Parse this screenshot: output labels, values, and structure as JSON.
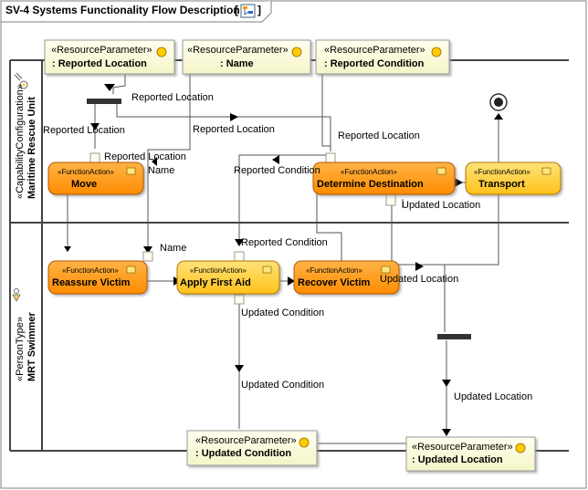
{
  "frame": {
    "title": "SV-4 Systems Functionality Flow Description",
    "title_bracket_open": "[",
    "title_bracket_close": "]"
  },
  "lanes": [
    {
      "stereotype": "«CapabilityConfiguration»",
      "name": "Maritime Rescue Unit"
    },
    {
      "stereotype": "«PersonType»",
      "name": "MRT Swimmer"
    }
  ],
  "resource_parameters": [
    {
      "stereotype": "«ResourceParameter»",
      "name": ": Reported Location"
    },
    {
      "stereotype": "«ResourceParameter»",
      "name": ": Name"
    },
    {
      "stereotype": "«ResourceParameter»",
      "name": ": Reported Condition"
    },
    {
      "stereotype": "«ResourceParameter»",
      "name": ": Updated Condition"
    },
    {
      "stereotype": "«ResourceParameter»",
      "name": ": Updated Location"
    }
  ],
  "actions": [
    {
      "stereotype": "«FunctionAction»",
      "name": "Move"
    },
    {
      "stereotype": "«FunctionAction»",
      "name": "Determine Destination"
    },
    {
      "stereotype": "«FunctionAction»",
      "name": "Transport"
    },
    {
      "stereotype": "«FunctionAction»",
      "name": "Reassure Victim"
    },
    {
      "stereotype": "«FunctionAction»",
      "name": "Apply First Aid"
    },
    {
      "stereotype": "«FunctionAction»",
      "name": "Recover Victim"
    }
  ],
  "flow_labels": [
    "Reported Location",
    "Reported Location",
    "Reported Location",
    "Reported Location",
    "Reported Location",
    "Name",
    "Reported Condition",
    "Updated Location",
    "Name",
    "Reported Condition",
    "Updated Location",
    "Updated Condition",
    "Updated Condition",
    "Updated Location"
  ],
  "colors": {
    "action_fill_dark": "#ff8c00",
    "action_fill_light": "#ffcc33",
    "parameter_fill": "#ffffe0",
    "parameter_dot": "#ffcc00"
  },
  "icons": [
    "diagram-icon",
    "capability-configuration-icon",
    "person-type-icon",
    "final-node-icon"
  ]
}
